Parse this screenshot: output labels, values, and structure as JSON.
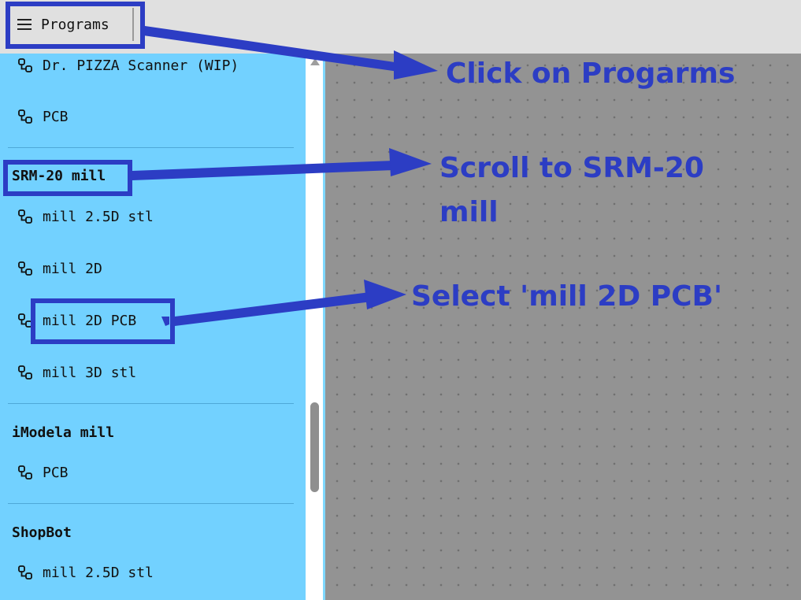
{
  "toolbar": {
    "programs_label": "Programs"
  },
  "sidebar": {
    "items_top": [
      {
        "label": "Dr. PIZZA Scanner (WIP)"
      },
      {
        "label": "PCB"
      }
    ],
    "sections": [
      {
        "title": "SRM-20 mill",
        "items": [
          "mill 2.5D stl",
          "mill 2D",
          "mill 2D PCB",
          "mill 3D stl"
        ]
      },
      {
        "title": "iModela mill",
        "items": [
          "PCB"
        ]
      },
      {
        "title": "ShopBot",
        "items": [
          "mill 2.5D stl"
        ]
      }
    ]
  },
  "annotations": {
    "step1": "Click on Progarms",
    "step2_line1": "Scroll to SRM-20",
    "step2_line2": "mill",
    "step3": "Select 'mill 2D PCB'"
  },
  "colors": {
    "annotation": "#2c3dc4",
    "sidebar": "#72d1ff",
    "canvas": "#939393",
    "topbar": "#e0e0e0"
  },
  "icons": {
    "program_item": "node-graph-icon",
    "menu": "hamburger-menu-icon"
  }
}
